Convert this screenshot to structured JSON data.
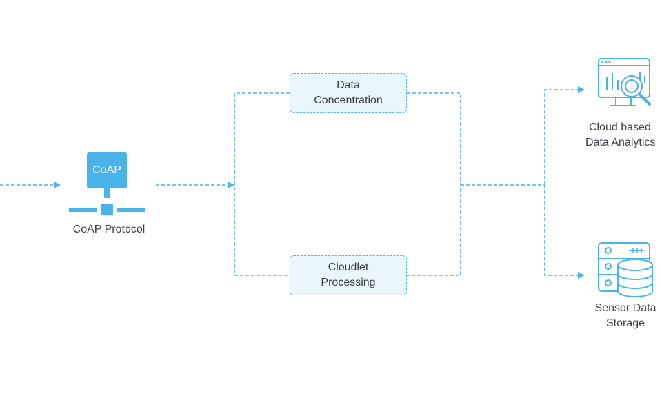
{
  "colors": {
    "accent": "#49b4ea",
    "accent_light": "#e9f6fc",
    "text": "#3b3f45",
    "background": "#ffffff"
  },
  "nodes": {
    "coap": {
      "icon_text": "CoAP",
      "label": "CoAP Protocol",
      "icon": "network-node-icon"
    },
    "concentration": {
      "line1": "Data",
      "line2": "Concentration"
    },
    "cloudlet": {
      "line1": "Cloudlet",
      "line2": "Processing"
    },
    "analytics": {
      "line1": "Cloud based",
      "line2": "Data Analytics",
      "icon": "analytics-monitor-icon"
    },
    "storage": {
      "line1": "Sensor Data",
      "line2": "Storage",
      "icon": "server-database-icon"
    }
  }
}
